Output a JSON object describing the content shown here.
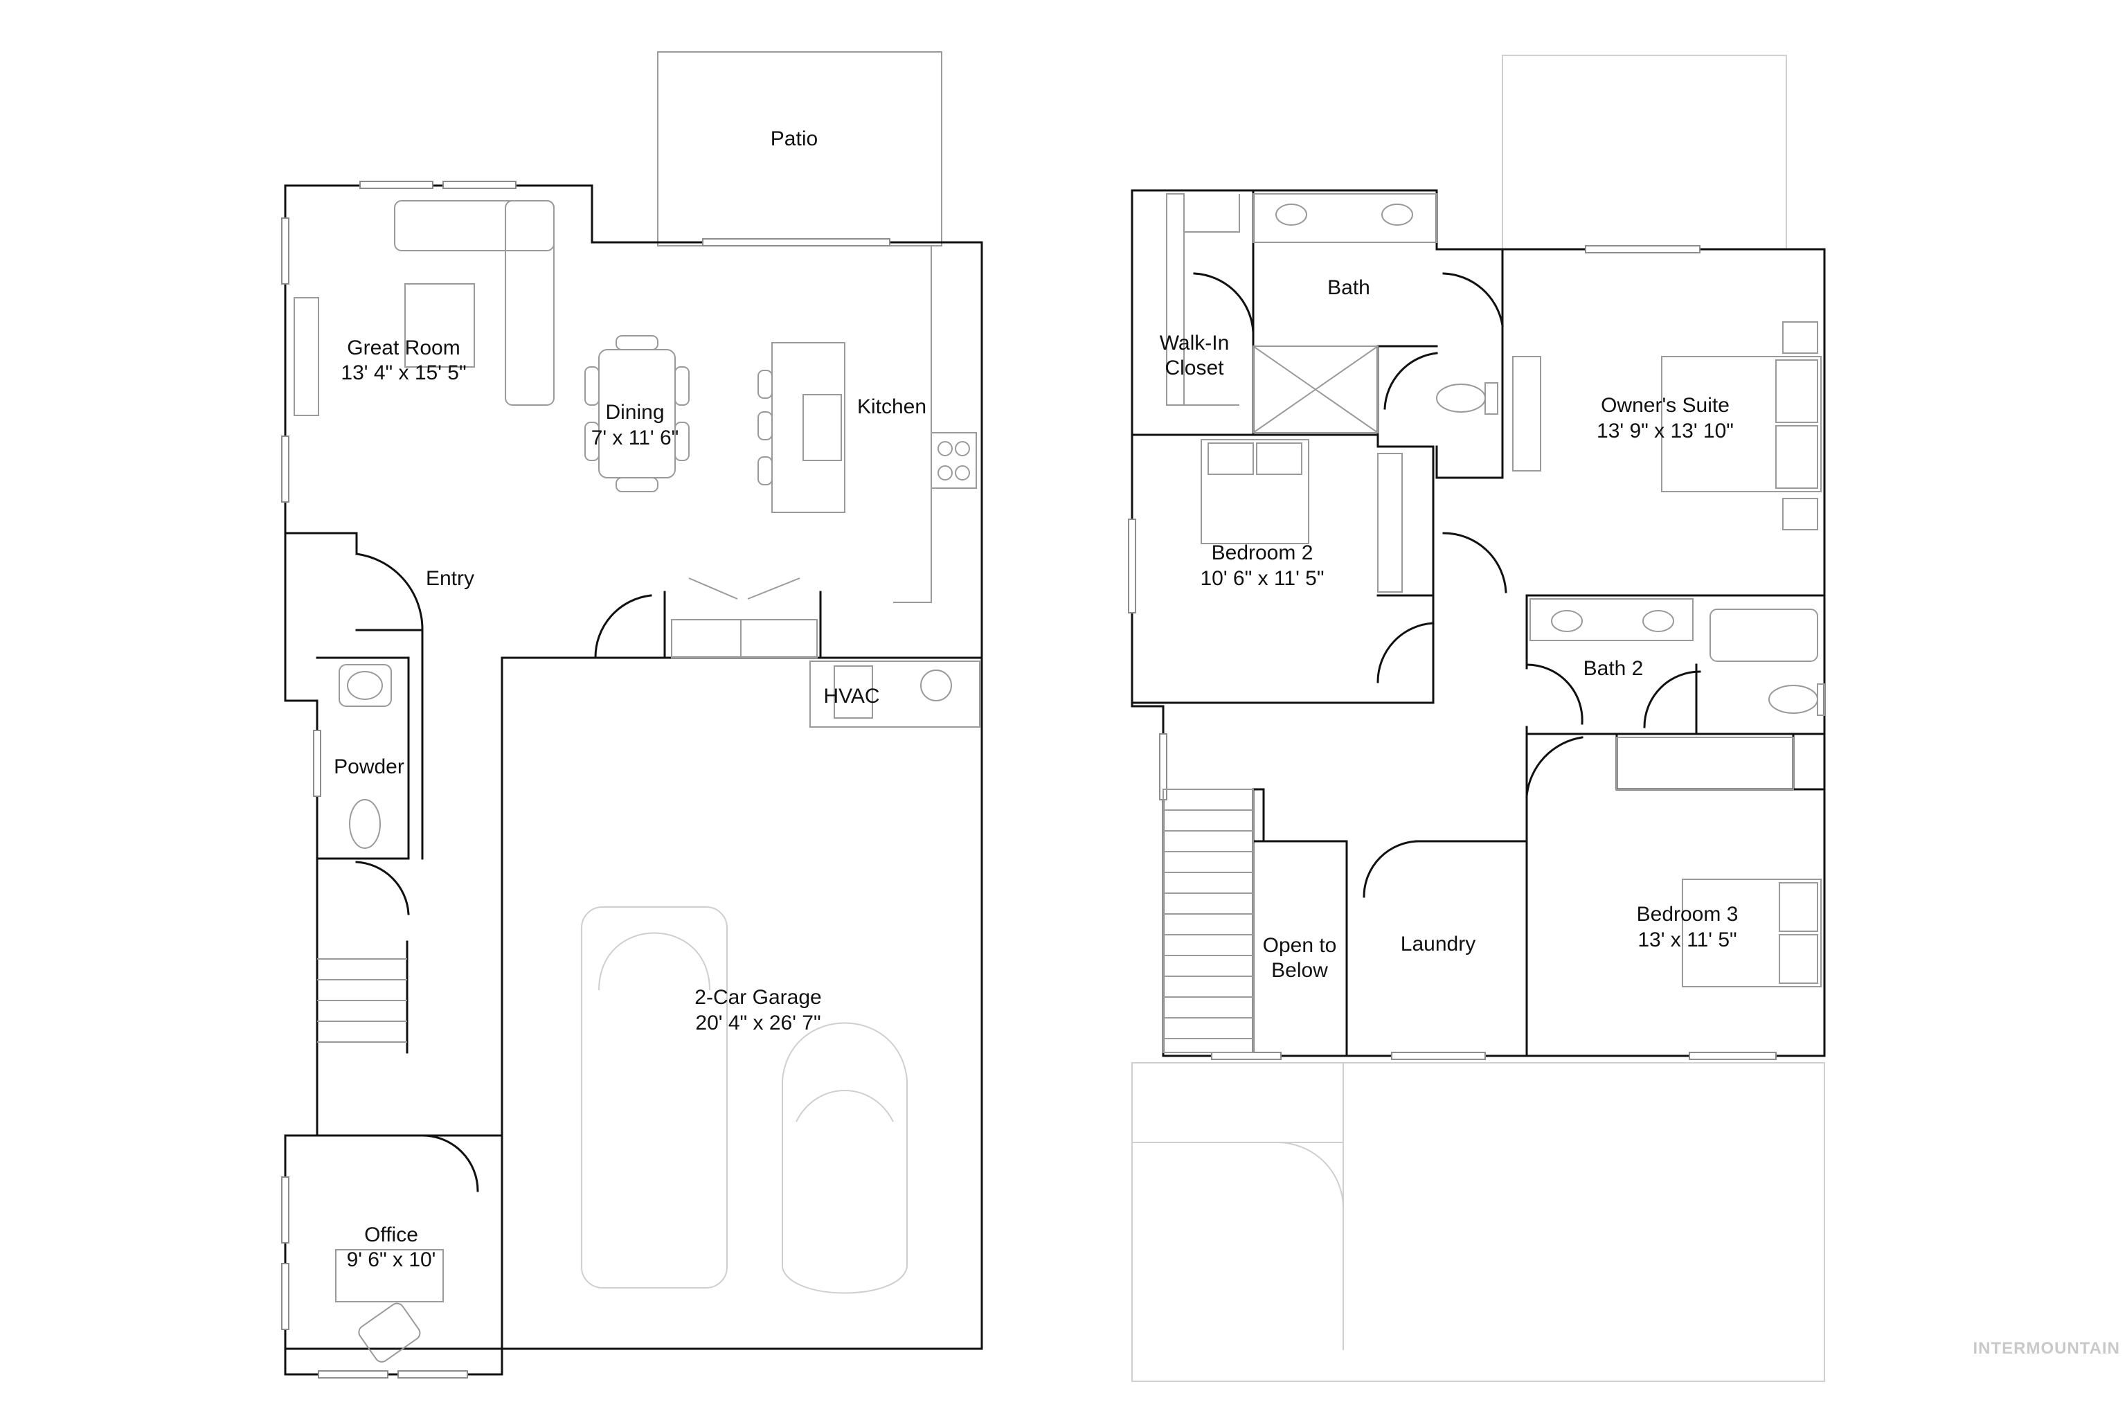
{
  "floor1": {
    "patio": "Patio",
    "great_room": {
      "name": "Great Room",
      "size": "13' 4\" x 15' 5\""
    },
    "dining": {
      "name": "Dining",
      "size": "7' x 11' 6\""
    },
    "kitchen": "Kitchen",
    "entry": "Entry",
    "hvac": "HVAC",
    "powder": "Powder",
    "garage": {
      "name": "2-Car Garage",
      "size": "20' 4\" x 26' 7\""
    },
    "office": {
      "name": "Office",
      "size": "9' 6\" x 10'"
    }
  },
  "floor2": {
    "bath": "Bath",
    "walk_in_closet": {
      "line1": "Walk-In",
      "line2": "Closet"
    },
    "owners_suite": {
      "name": "Owner's Suite",
      "size": "13' 9\" x 13' 10\""
    },
    "bedroom2": {
      "name": "Bedroom 2",
      "size": "10' 6\" x 11' 5\""
    },
    "bath2": "Bath 2",
    "open_to_below": {
      "line1": "Open to",
      "line2": "Below"
    },
    "laundry": "Laundry",
    "bedroom3": {
      "name": "Bedroom 3",
      "size": "13' x 11' 5\""
    }
  },
  "watermark": "INTERMOUNTAIN"
}
